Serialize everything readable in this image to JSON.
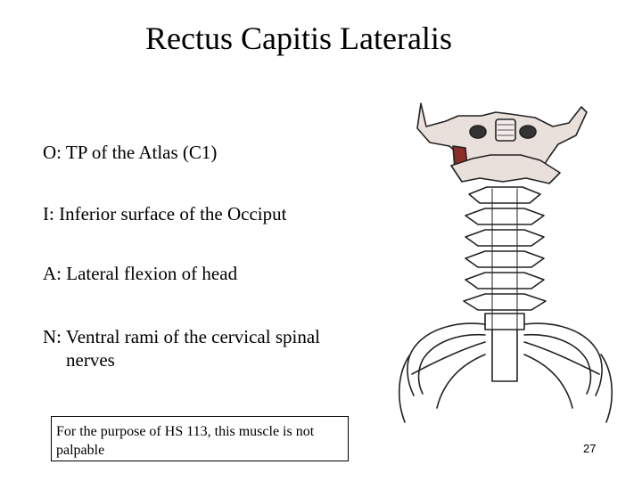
{
  "slide": {
    "title": "Rectus Capitis Lateralis",
    "origin": "O: TP of the Atlas (C1)",
    "insertion": "I: Inferior surface of the Occiput",
    "action": "A: Lateral flexion of head",
    "nerve_line1": "N: Ventral rami of the cervical spinal",
    "nerve_line2": "nerves",
    "note": "For the purpose of HS 113, this muscle is not palpable",
    "page_number": "27"
  },
  "figure": {
    "icon": "cervical-spine-illustration",
    "bone_fill": "#e9e0dc",
    "muscle_color": "#8b2e2a",
    "stroke": "#222222"
  }
}
